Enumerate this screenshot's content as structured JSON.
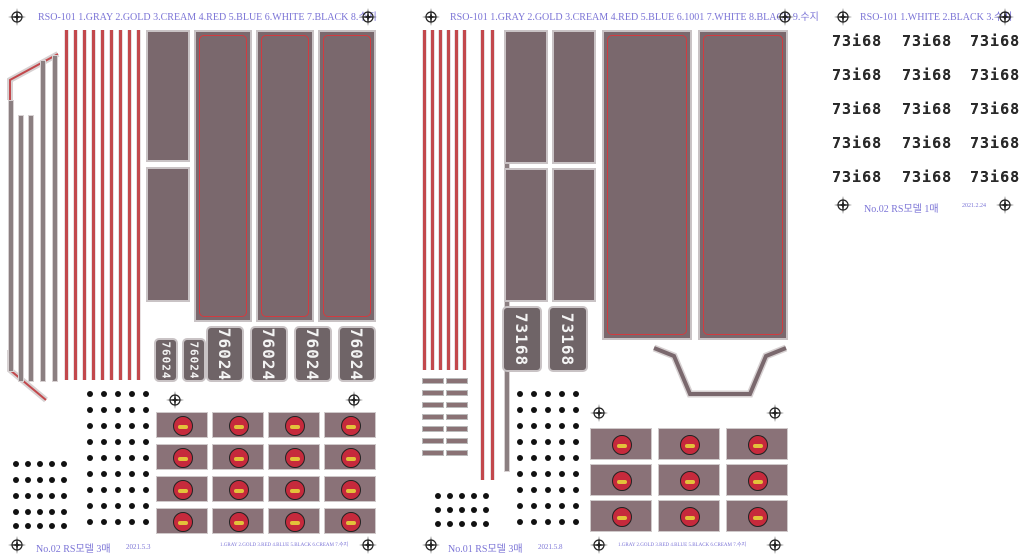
{
  "sheets": {
    "left": {
      "header": "RSO-101   1.GRAY  2.GOLD  3.CREAM  4.RED  5.BLUE  6.WHITE  7.BLACK  8.수지",
      "footer_model": "No.02  RS모델  3매",
      "footer_date": "2021.5.3",
      "footer_colors": "1.GRAY 2.GOLD 3.RED 4.BLUE 5.BLACK 6.CREAM 7.수지",
      "plate_numbers": [
        "76024",
        "76024",
        "76024",
        "76024",
        "76024",
        "76024"
      ]
    },
    "middle": {
      "header": "RSO-101   1.GRAY  2.GOLD  3.CREAM  4.RED  5.BLUE  6.1001  7.WHITE  8.BLACK  9.수지",
      "footer_model": "No.01  RS모델  3매",
      "footer_date": "2021.5.8",
      "footer_colors": "1.GRAY 2.GOLD 3.RED 4.BLUE 5.BLACK 6.CREAM 7.수지",
      "plate_numbers": [
        "73168",
        "73168"
      ]
    },
    "right": {
      "header": "RSO-101   1.WHITE  2.BLACK  3.수지",
      "numbers": [
        "73i68",
        "73i68",
        "73i68",
        "73i68",
        "73i68",
        "73i68",
        "73i68",
        "73i68",
        "73i68",
        "73i68",
        "73i68",
        "73i68",
        "73i68",
        "73i68",
        "73i68"
      ],
      "footer_model": "No.02  RS모델  1매",
      "footer_date": "2021.2.24"
    }
  },
  "colors": {
    "panel": "#7a686d",
    "stripe_red": "#c2484c",
    "label_blue": "#7b74d6",
    "border": "#c9c3c5"
  },
  "icons": [
    "registration-compass-icon"
  ]
}
